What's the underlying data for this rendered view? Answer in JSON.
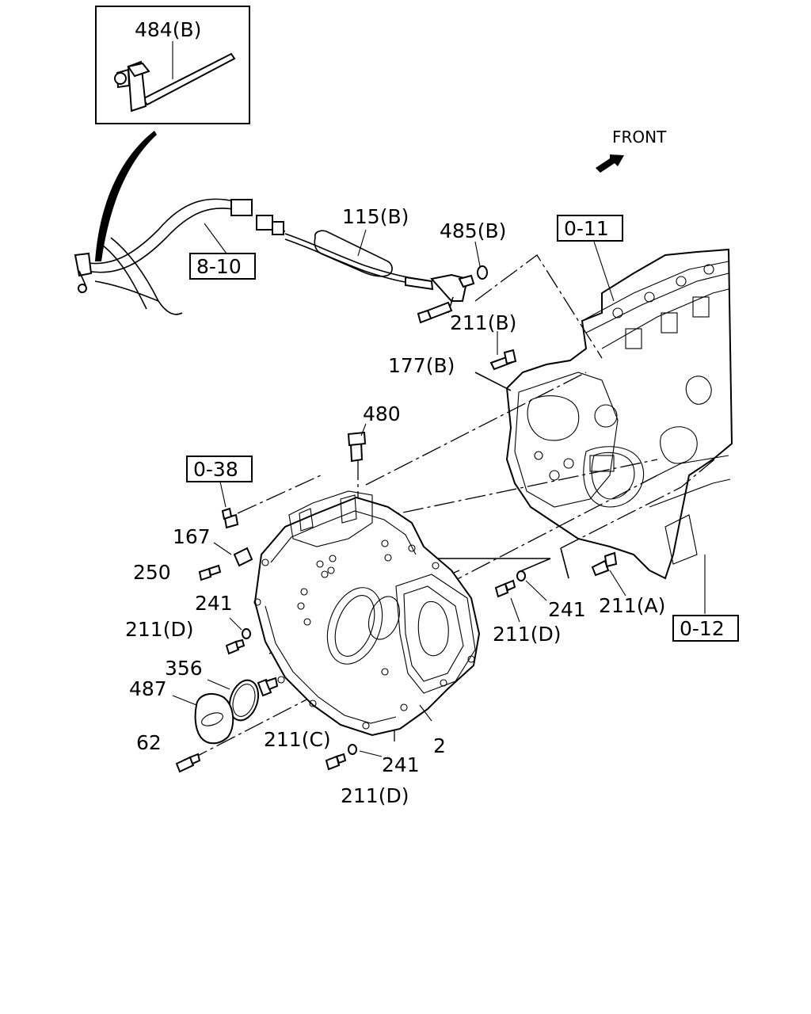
{
  "inset": {
    "label": "484(B)"
  },
  "front_arrow": {
    "label": "FRONT"
  },
  "reference_boxes": {
    "r_8_10": "8-10",
    "r_0_11": "0-11",
    "r_0_38": "0-38",
    "r_0_12": "0-12"
  },
  "callouts": {
    "c115b": "115(B)",
    "c485b": "485(B)",
    "c211b": "211(B)",
    "c177b": "177(B)",
    "c480": "480",
    "c167": "167",
    "c250": "250",
    "c241a": "241",
    "c211d_a": "211(D)",
    "c356": "356",
    "c487": "487",
    "c62": "62",
    "c211c": "211(C)",
    "c2": "2",
    "c241b": "241",
    "c211d_b": "211(D)",
    "c241c": "241",
    "c211d_c": "211(D)",
    "c211a": "211(A)"
  }
}
